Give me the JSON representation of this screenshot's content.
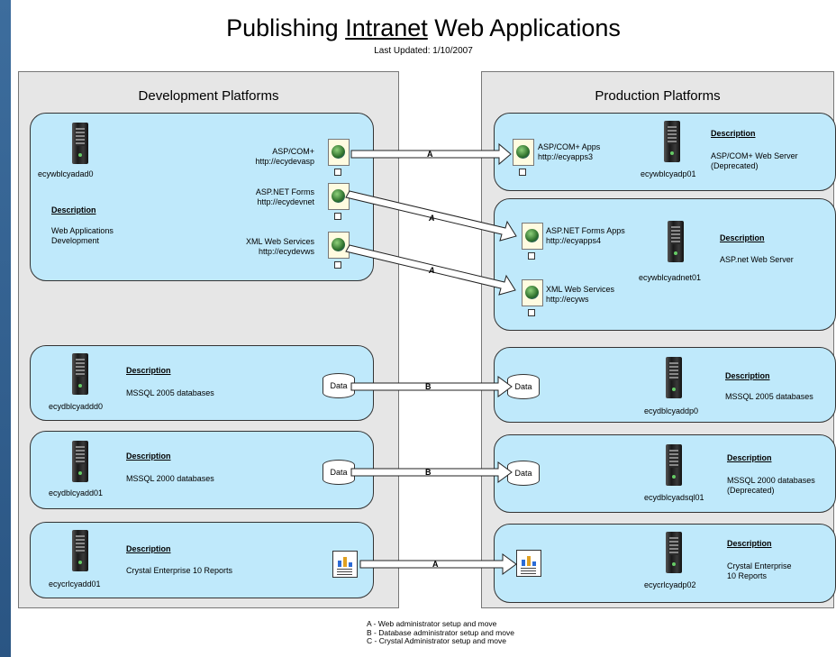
{
  "title": {
    "pre": "Publishing ",
    "underlined": "Intranet",
    "post": " Web Applications",
    "updated": "Last Updated: 1/10/2007"
  },
  "development": {
    "heading": "Development Platforms",
    "web": {
      "server": "ecywblcyadad0",
      "desc_label": "Description",
      "desc_line1": "Web Applications",
      "desc_line2": "Development",
      "apps": [
        {
          "name": "ASP/COM+",
          "url": "http://ecydevasp"
        },
        {
          "name": "ASP.NET Forms",
          "url": "http://ecydevnet"
        },
        {
          "name": "XML Web Services",
          "url": "http://ecydevws"
        }
      ]
    },
    "sql2005": {
      "server": "ecydblcyaddd0",
      "desc_label": "Description",
      "desc": "MSSQL 2005 databases",
      "db": "Data"
    },
    "sql2000": {
      "server": "ecydblcyadd01",
      "desc_label": "Description",
      "desc": "MSSQL 2000 databases",
      "db": "Data"
    },
    "crystal": {
      "server": "ecycrlcyadd01",
      "desc_label": "Description",
      "desc": "Crystal Enterprise 10 Reports"
    }
  },
  "production": {
    "heading": "Production Platforms",
    "asp": {
      "app": "ASP/COM+ Apps",
      "url": "http://ecyapps3",
      "server": "ecywblcyadp01",
      "desc_label": "Description",
      "desc_line1": "ASP/COM+ Web Server",
      "desc_line2": "(Deprecated)"
    },
    "net": {
      "app1": "ASP.NET Forms Apps",
      "url1": "http://ecyapps4",
      "app2": "XML Web Services",
      "url2": "http://ecyws",
      "server": "ecywblcyadnet01",
      "desc_label": "Description",
      "desc": "ASP.net Web Server"
    },
    "sql2005": {
      "db": "Data",
      "server": "ecydblcyaddp0",
      "desc_label": "Description",
      "desc": "MSSQL 2005 databases"
    },
    "sql2000": {
      "db": "Data",
      "server": "ecydblcyadsql01",
      "desc_label": "Description",
      "desc_line1": "MSSQL 2000 databases",
      "desc_line2": "(Deprecated)"
    },
    "crystal": {
      "server": "ecycrlcyadp02",
      "desc_label": "Description",
      "desc_line1": "Crystal Enterprise",
      "desc_line2": "10 Reports"
    }
  },
  "arrows": [
    {
      "label": "A"
    },
    {
      "label": "A"
    },
    {
      "label": "A"
    },
    {
      "label": "B"
    },
    {
      "label": "B"
    },
    {
      "label": "A"
    }
  ],
  "legend": [
    "A  - Web administrator setup and move",
    "B  - Database administrator setup and move",
    "C - Crystal Administrator setup and move"
  ]
}
